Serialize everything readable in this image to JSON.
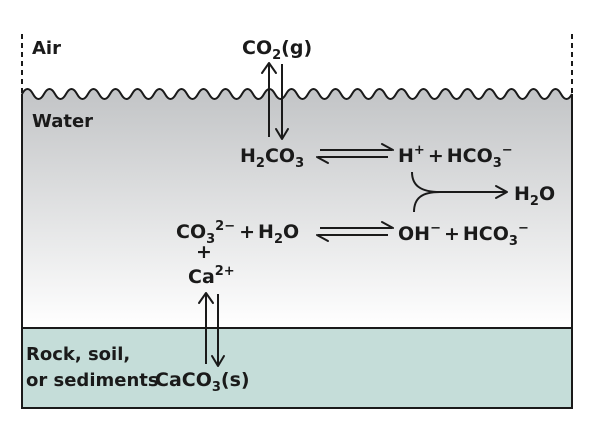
{
  "colors": {
    "water_top": "#c2c4c6",
    "water_bottom": "#ffffff",
    "sediment": "#c5ddd9",
    "outline": "#3a3a3a"
  },
  "zones": {
    "air": "Air",
    "water": "Water",
    "sediment_line1": "Rock, soil,",
    "sediment_line2": "or sediments"
  },
  "species": {
    "co2_gas": {
      "base": "CO",
      "sub": "2",
      "tail": "(g)"
    },
    "h2co3": {
      "pre": "H",
      "sub1": "2",
      "mid": "CO",
      "sub2": "3"
    },
    "h_plus": {
      "base": "H",
      "sup": "+"
    },
    "plus": "+",
    "hco3_a": {
      "base": "HCO",
      "sub": "3",
      "sup": "−"
    },
    "h2o_out": {
      "pre": "H",
      "sub": "2",
      "post": "O"
    },
    "co3_2minus": {
      "base": "CO",
      "sub": "3",
      "sup": "2−"
    },
    "h2o_in": {
      "pre": "H",
      "sub": "2",
      "post": "O"
    },
    "oh_minus": {
      "base": "OH",
      "sup": "−"
    },
    "hco3_b": {
      "base": "HCO",
      "sub": "3",
      "sup": "−"
    },
    "ca2plus": {
      "base": "Ca",
      "sup": "2+"
    },
    "caco3": {
      "base": "CaCO",
      "sub": "3",
      "tail": "(s)"
    }
  }
}
